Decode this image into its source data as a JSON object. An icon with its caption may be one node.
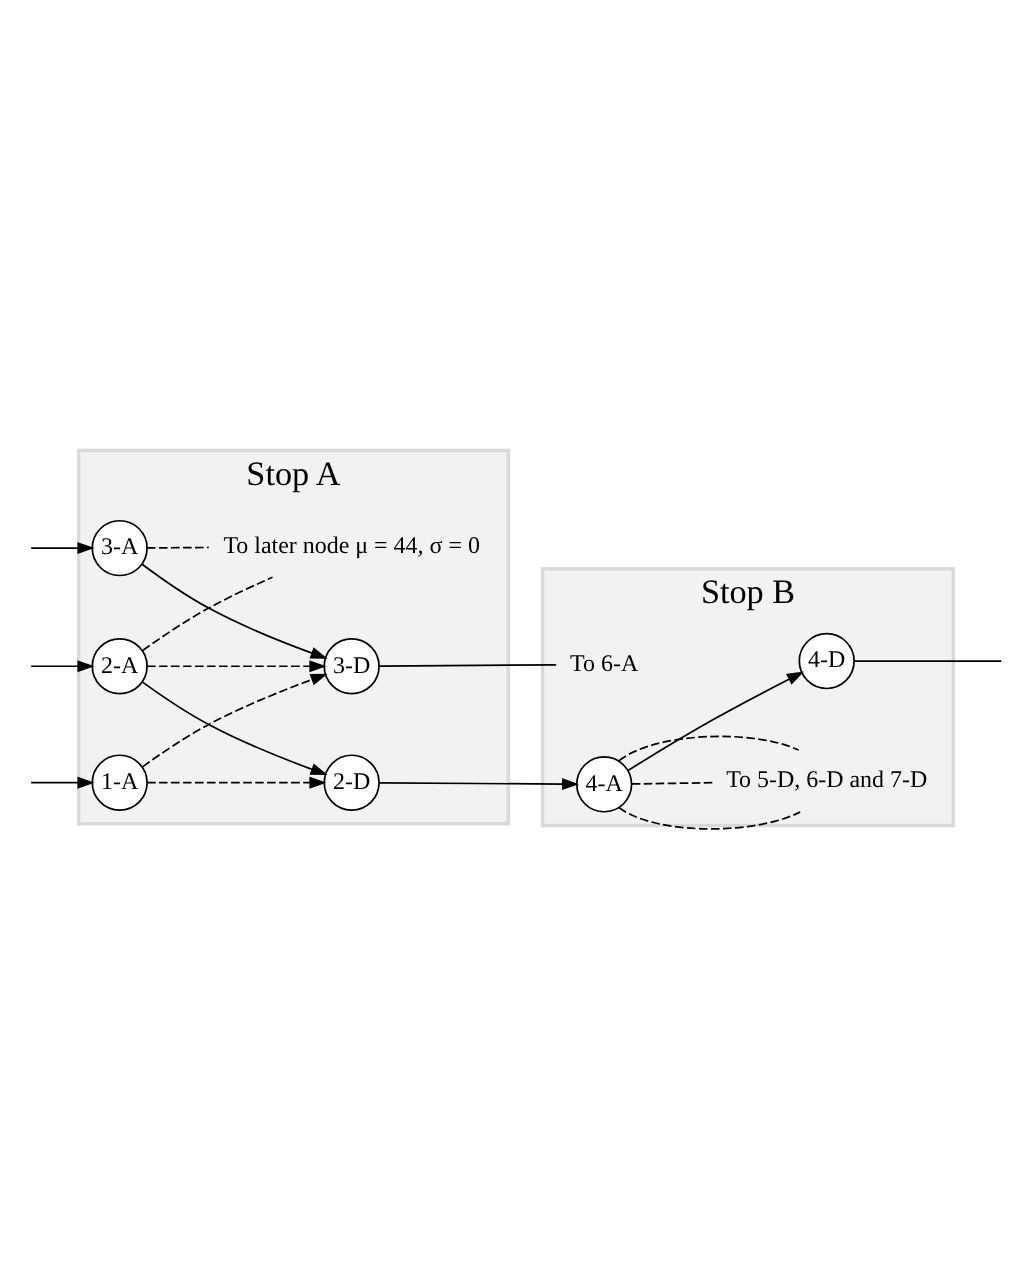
{
  "diagram": {
    "nodes": [
      {
        "text": [
          "Stop A"
        ]
      },
      {
        "text": [
          "To later node μ = 44, σ = 0"
        ],
        "in": 0
      },
      {
        "text": [
          "Stop B"
        ]
      },
      {
        "text": [
          "To 6-A"
        ],
        "in": 2
      },
      {
        "text": [
          "3-A"
        ],
        "in": 0
      },
      {
        "text": [
          "3-D"
        ],
        "in": 0
      },
      {
        "text": [
          "To 5-D, 6-D and 7-D"
        ],
        "in": 2
      },
      {
        "text": [
          "2-A"
        ],
        "in": 0
      },
      {
        "text": [
          "2-D"
        ],
        "in": 0
      },
      {
        "text": [
          "4-A"
        ],
        "in": 2
      },
      {
        "text": [
          "4-D"
        ],
        "in": 2
      },
      {
        "text": [
          "1-A"
        ],
        "in": 0
      }
    ],
    "edges": [
      {
        "from": null,
        "to": 4,
        "arrow": "to"
      },
      {
        "from": 4,
        "to": 5,
        "arrow": "to"
      },
      {
        "from": 5,
        "to": 3,
        "arrow": "none"
      },
      {
        "from": null,
        "to": 7,
        "arrow": "to"
      },
      {
        "from": 7,
        "to": 8,
        "arrow": "to"
      },
      {
        "from": 8,
        "to": 9,
        "arrow": "to"
      },
      {
        "from": 9,
        "to": 10,
        "arrow": "to"
      },
      {
        "from": 10,
        "to": null,
        "arrow": "none"
      },
      {
        "from": null,
        "to": 11,
        "arrow": "to"
      },
      {
        "from": 4,
        "to": 1,
        "arrow": "none",
        "style": "dashed"
      },
      {
        "from": 7,
        "to": 1,
        "arrow": "none",
        "style": "dashed"
      },
      {
        "from": 7,
        "to": 5,
        "arrow": "to",
        "style": "dashed"
      },
      {
        "from": 11,
        "to": 5,
        "arrow": "to",
        "style": "dashed"
      },
      {
        "from": 11,
        "to": 8,
        "arrow": "to",
        "style": "dashed"
      },
      {
        "from": 9,
        "to": 6,
        "arrow": "none",
        "style": "dashed"
      },
      {
        "from": 9,
        "to": 6,
        "arrow": "none",
        "style": "dashed"
      },
      {
        "from": 9,
        "to": 6,
        "arrow": "none",
        "style": "dashed"
      }
    ]
  }
}
